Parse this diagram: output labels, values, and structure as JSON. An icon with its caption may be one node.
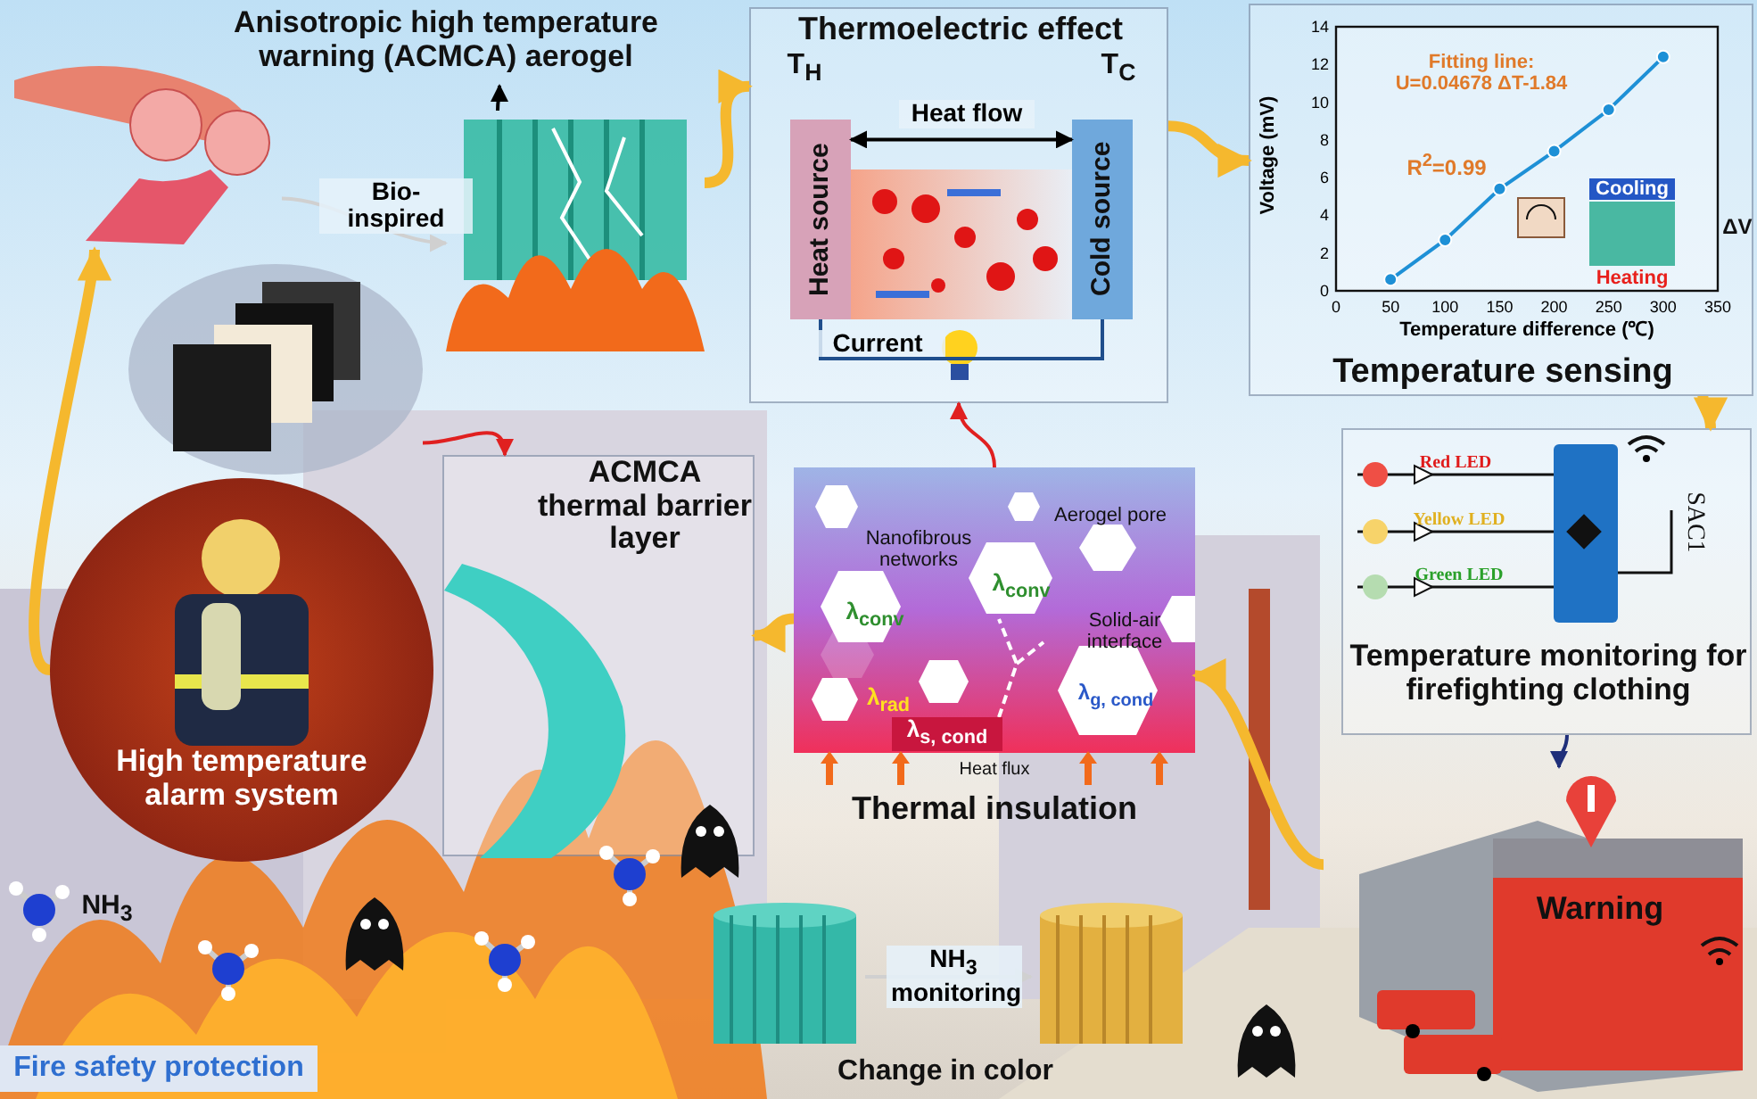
{
  "diagram": {
    "nodes": [
      {
        "text": [
          "Anisotropic high temperature warning (ACMCA) aerogel"
        ]
      },
      {
        "text": [],
        "shape": "picture"
      },
      {
        "text": [],
        "shape": "picture"
      },
      {
        "text": [
          "Thermoelectric effect"
        ]
      },
      {
        "text": [
          "Heat source"
        ],
        "in": 3
      },
      {
        "text": [
          "Cold source"
        ],
        "in": 3
      },
      {
        "text": [
          "Temperature sensing"
        ]
      },
      {
        "text": [
          "Temperature monitoring for firefighting clothing"
        ]
      },
      {
        "text": [
          "Warning"
        ]
      },
      {
        "text": [
          "Thermal insulation"
        ],
        "beside": [
          "Heat flux"
        ]
      },
      {
        "text": [],
        "shape": "picture"
      },
      {
        "text": [],
        "shape": "picture"
      },
      {
        "text": [
          "High temperature alarm system"
        ]
      },
      {
        "text": [],
        "shape": "picture"
      },
      {
        "text": [
          "ACMCA thermal barrier layer"
        ]
      }
    ],
    "edges": [
      {
        "from": 1,
        "to": 0,
        "arrow": "to",
        "color": "#000000"
      },
      {
        "from": 2,
        "to": 1,
        "arrow": "to",
        "label": "Bio-inspired",
        "color": "#d0d0d0"
      },
      {
        "from": 12,
        "to": 2,
        "arrow": "to",
        "style": "thick"
      },
      {
        "from": 1,
        "to": 3,
        "arrow": "to",
        "style": "thick"
      },
      {
        "from": 3,
        "to": 6,
        "arrow": "to",
        "style": "thick"
      },
      {
        "from": 6,
        "to": 7,
        "arrow": "to",
        "style": "thick"
      },
      {
        "from": 7,
        "to": 8,
        "arrow": "to",
        "color": "#1f2f7a"
      },
      {
        "from": 8,
        "to": 9,
        "arrow": "to",
        "style": "thick"
      },
      {
        "from": 9,
        "to": 14,
        "arrow": "to",
        "style": "thick"
      },
      {
        "from": 13,
        "to": 14,
        "arrow": "to",
        "color": "#e02020"
      },
      {
        "from": 4,
        "to": 5,
        "arrow": "both",
        "label": "Heat flow",
        "color": "#000000"
      },
      {
        "from": 4,
        "to": 5,
        "arrow": "none",
        "label": "Current",
        "color": "#1f4e8c"
      },
      {
        "from": 9,
        "to": 3,
        "arrow": "to",
        "color": "#e02020"
      },
      {
        "from": 10,
        "to": 11,
        "arrow": "to",
        "label": "NH$_{3}$ monitoring",
        "color": "#d0d0d0"
      }
    ],
    "labels": [
      "T$_{H}$",
      "T$_{C}$",
      "Aerogel pore",
      "Nanofibrous networks",
      "λ$_{conv}$",
      "λ$_{conv}$",
      "Solid-air interface",
      "λ$_{rad}$",
      "λ$_{s, cond}$",
      "λ$_{g, cond}$",
      "Red LED",
      "Yellow LED",
      "Green LED",
      "SAC1",
      "NH$_{3}$",
      "Change in color",
      "Fire safety protection"
    ],
    "chart_data": {
      "type": "line",
      "xlabel": "Temperature difference (℃)",
      "ylabel": "Voltage (mV)",
      "x": [
        50,
        100,
        150,
        200,
        250,
        300
      ],
      "series": [
        {
          "color": "#1e90d6",
          "marker": "circle",
          "values": [
            0.6,
            2.7,
            5.4,
            7.4,
            9.6,
            12.4
          ]
        }
      ],
      "xlim": [
        0,
        350
      ],
      "ylim": [
        0,
        14
      ],
      "xticks": [
        0,
        50,
        100,
        150,
        200,
        250,
        300,
        350
      ],
      "yticks": [
        0,
        2,
        4,
        6,
        8,
        10,
        12,
        14
      ],
      "annotations": [
        "Fitting line: U=0.04678 ΔT-1.84",
        "R$^{2}$=0.99",
        "Cooling",
        "Heating",
        "ΔV"
      ]
    }
  }
}
